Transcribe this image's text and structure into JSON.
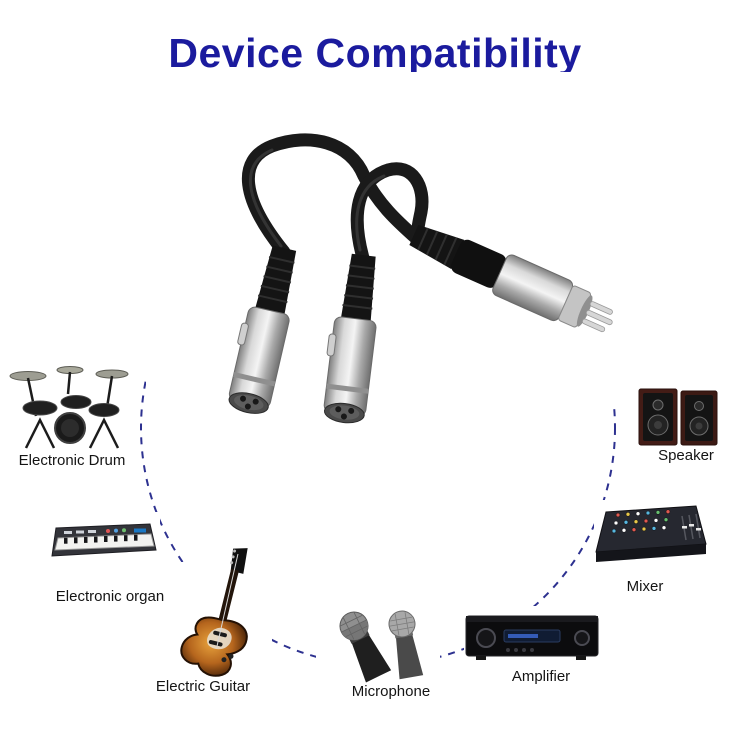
{
  "title": "Device Compatibility",
  "colors": {
    "title": "#1b1b9e",
    "circle": "#2d3190",
    "label": "#141414",
    "background": "#ffffff"
  },
  "product_image": {
    "icon": "xlr-splitter-cable-photo",
    "parts": [
      "xlr-female-connector",
      "xlr-female-connector",
      "xlr-male-connector",
      "cable-wires"
    ]
  },
  "devices": [
    {
      "id": "electronic-drum",
      "label": "Electronic Drum",
      "icon": "electronic-drum-image"
    },
    {
      "id": "speaker",
      "label": "Speaker",
      "icon": "speaker-image"
    },
    {
      "id": "electronic-organ",
      "label": "Electronic organ",
      "icon": "electronic-organ-image"
    },
    {
      "id": "mixer",
      "label": "Mixer",
      "icon": "mixer-image"
    },
    {
      "id": "electric-guitar",
      "label": "Electric Guitar",
      "icon": "electric-guitar-image"
    },
    {
      "id": "microphone",
      "label": "Microphone",
      "icon": "microphone-image"
    },
    {
      "id": "amplifier",
      "label": "Amplifier",
      "icon": "amplifier-image"
    }
  ]
}
